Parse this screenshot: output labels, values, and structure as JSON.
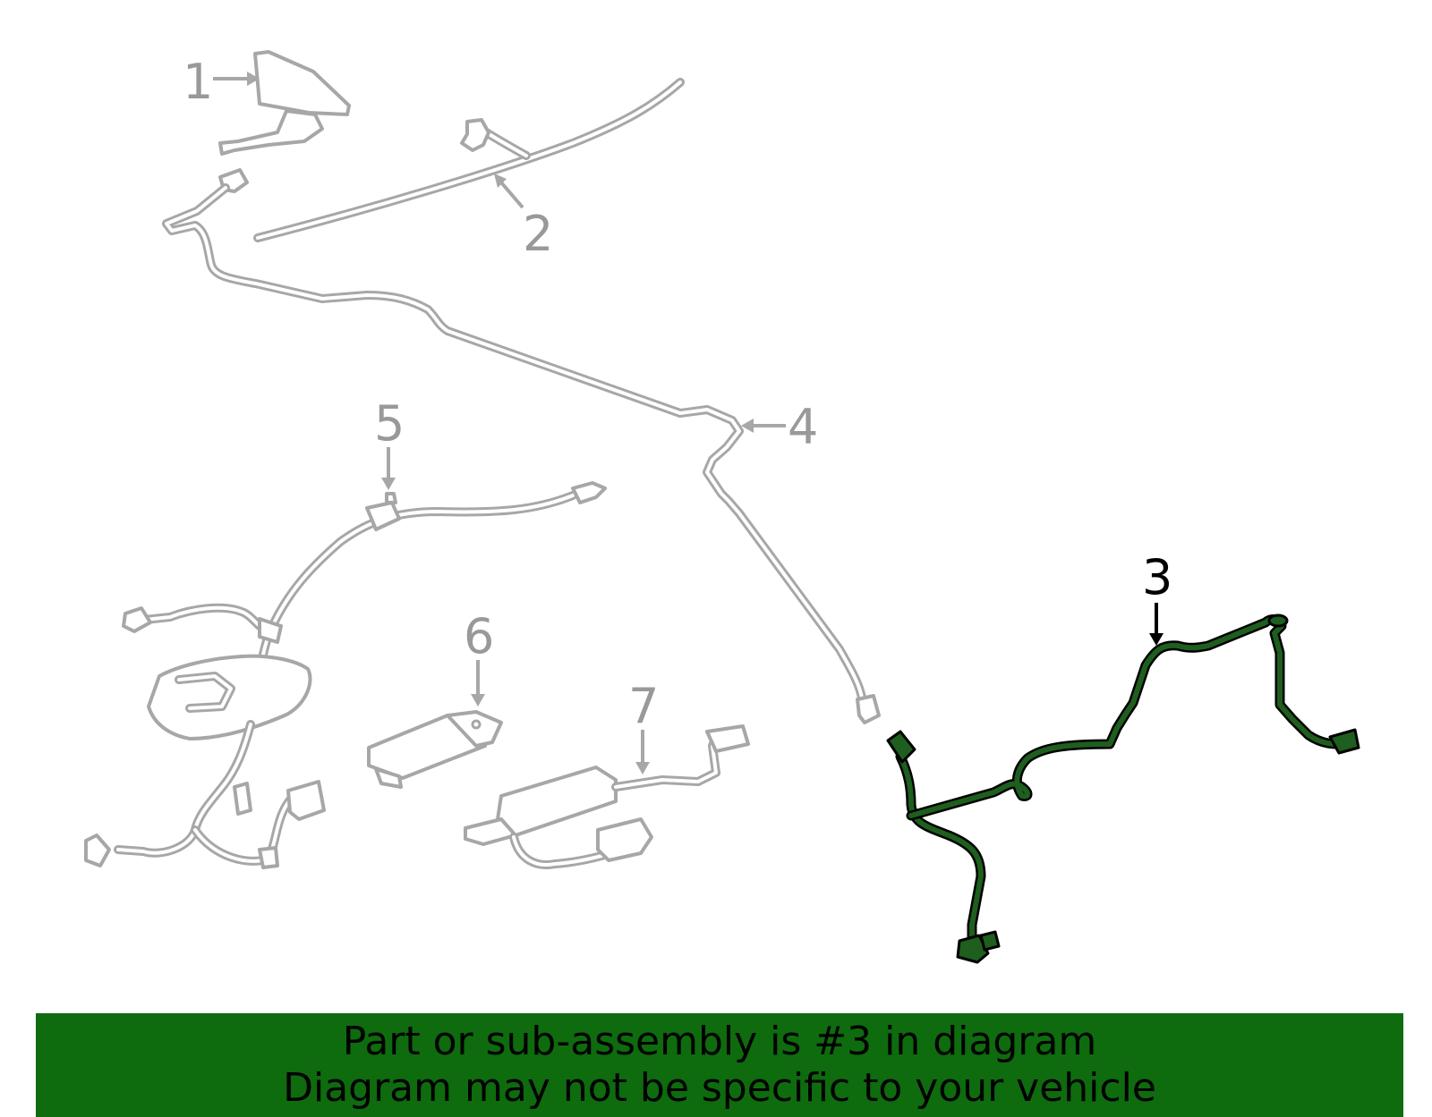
{
  "colors": {
    "background": "#ffffff",
    "part_gray": "#a7a7a7",
    "highlight_green": "#1e5e1e",
    "banner_green": "#0e6b0e",
    "callout_gray": "#999999",
    "callout_active": "#000000"
  },
  "callouts": [
    {
      "id": "1",
      "label": "1"
    },
    {
      "id": "2",
      "label": "2"
    },
    {
      "id": "3",
      "label": "3"
    },
    {
      "id": "4",
      "label": "4"
    },
    {
      "id": "5",
      "label": "5"
    },
    {
      "id": "6",
      "label": "6"
    },
    {
      "id": "7",
      "label": "7"
    }
  ],
  "highlighted_part": "3",
  "banner": {
    "line1": "Part or sub-assembly is #3 in diagram",
    "line2": "Diagram may not be specific to your vehicle"
  }
}
